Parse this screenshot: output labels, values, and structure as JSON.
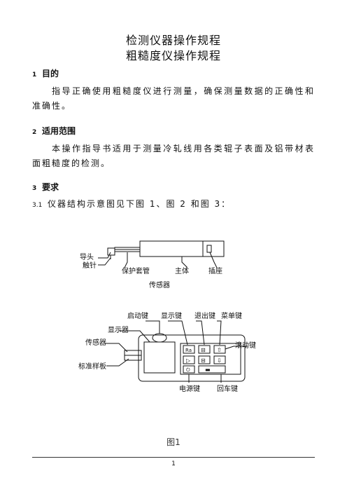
{
  "doc": {
    "title_line1": "检测仪器操作规程",
    "title_line2": "粗糙度仪操作规程"
  },
  "sections": [
    {
      "num": "1",
      "heading": "目的",
      "body": "指导正确使用粗糙度仪进行测量，确保测量数据的正确性和准确性。"
    },
    {
      "num": "2",
      "heading": "适用范围",
      "body": "本操作指导书适用于测量冷轧线用各类辊子表面及铝带材表面粗糙度的检测。"
    },
    {
      "num": "3",
      "heading": "要求"
    }
  ],
  "subsection": {
    "num": "3.1",
    "text": "仪器结构示意图见下图 1、图 2 和图 3："
  },
  "figure_sensor": {
    "labels": {
      "guide_head": "导头",
      "stylus": "触针",
      "sleeve": "保护套管",
      "body": "主体",
      "socket": "插座"
    },
    "caption": "传感器"
  },
  "figure_device": {
    "labels": {
      "start_key": "启动键",
      "display_key": "显示键",
      "exit_key": "退出键",
      "menu_key": "菜单键",
      "display": "显示器",
      "sensor": "传感器",
      "scroll_key": "滚动键",
      "sample_plate": "标准样板",
      "power_key": "电源键",
      "enter_key": "回车键"
    },
    "key_texts": {
      "display_key_face": "Ra"
    }
  },
  "figure_caption": "图1",
  "page_number": "1"
}
